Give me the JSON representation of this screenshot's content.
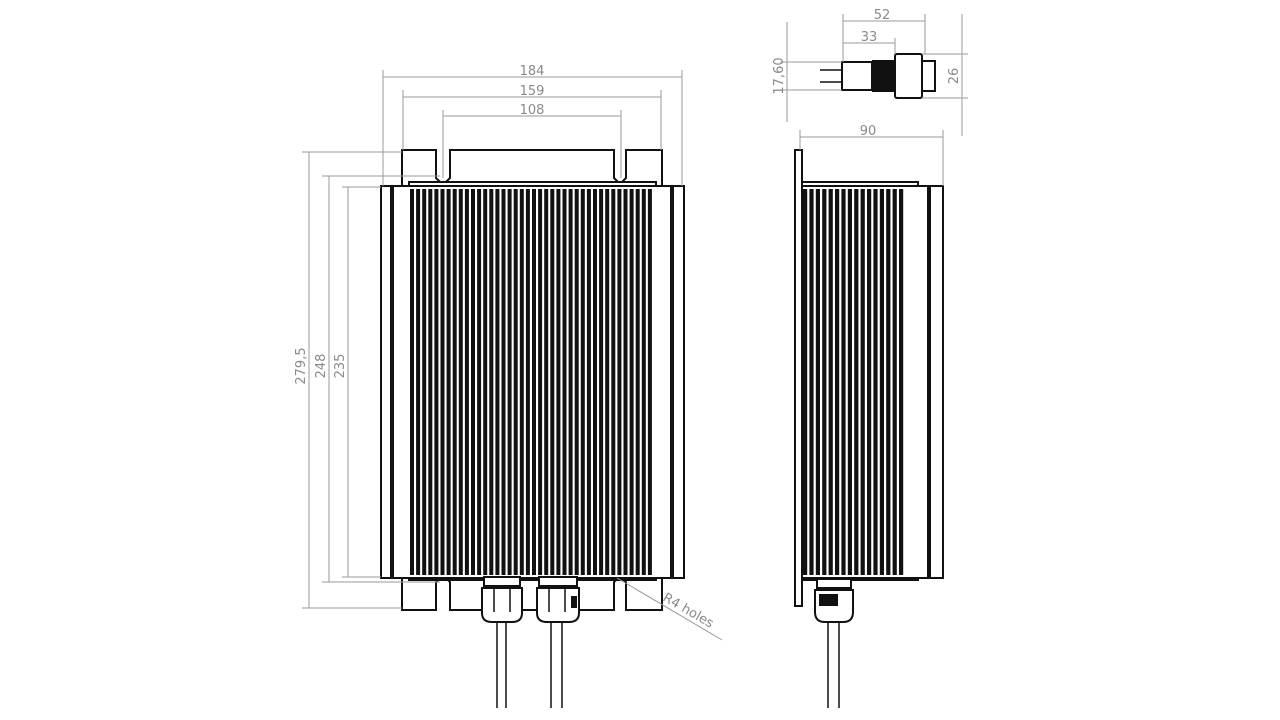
{
  "drawing": {
    "front_view": {
      "width_dims": [
        "184",
        "159",
        "108"
      ],
      "height_dims": [
        "279,5",
        "248",
        "235"
      ],
      "note": "R4 holes"
    },
    "side_view": {
      "depth_dim": "90"
    },
    "indicator_detail": {
      "length_dims": [
        "52",
        "33"
      ],
      "diameter_dims": [
        "17,60",
        "26"
      ]
    }
  }
}
